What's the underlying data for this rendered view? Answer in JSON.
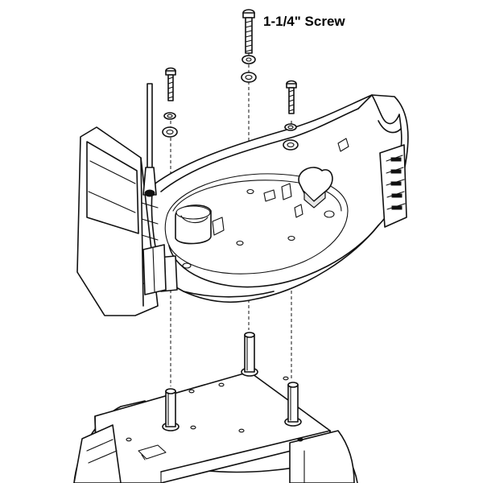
{
  "labels": {
    "screw_callout": "1-1/4\" Screw"
  },
  "colors": {
    "line": "#111111",
    "background": "#ffffff"
  },
  "parts": {
    "screws": [
      "center-long-screw",
      "left-screw",
      "right-screw"
    ],
    "pins": [
      "left-pin",
      "center-pin",
      "right-pin"
    ]
  }
}
